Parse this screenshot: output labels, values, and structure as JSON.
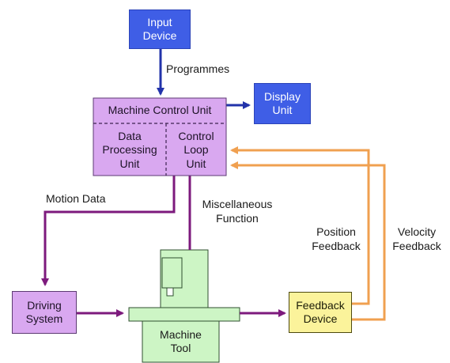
{
  "diagram": {
    "input_device": "Input\nDevice",
    "display_unit": "Display\nUnit",
    "machine_control_unit": "Machine Control Unit",
    "data_processing_unit": "Data\nProcessing\nUnit",
    "control_loop_unit": "Control\nLoop\nUnit",
    "driving_system": "Driving\nSystem",
    "machine_tool": "Machine\nTool",
    "feedback_device": "Feedback\nDevice",
    "labels": {
      "programmes": "Programmes",
      "motion_data": "Motion Data",
      "miscellaneous_function": "Miscellaneous\nFunction",
      "position_feedback": "Position\nFeedback",
      "velocity_feedback": "Velocity\nFeedback"
    },
    "colors": {
      "blue_box": "#3f5ee6",
      "violet_box": "#d9a8f0",
      "yellow_box": "#fbf39b",
      "green_machine": "#cdf5c5",
      "blue_arrow": "#2233aa",
      "purple_arrow": "#7d1a7d",
      "orange_arrow": "#f0a050"
    }
  }
}
